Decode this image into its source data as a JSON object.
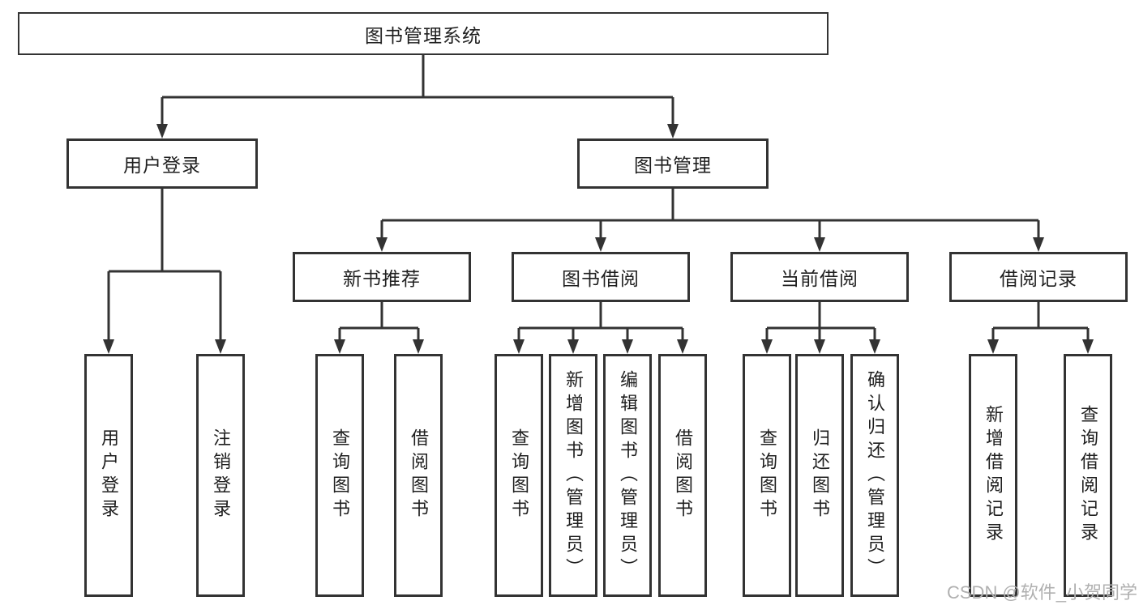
{
  "tree": {
    "label": "图书管理系统",
    "children": [
      {
        "label": "用户登录",
        "children": [
          {
            "label": "用户登录"
          },
          {
            "label": "注销登录"
          }
        ]
      },
      {
        "label": "图书管理",
        "children": [
          {
            "label": "新书推荐",
            "children": [
              {
                "label": "查询图书"
              },
              {
                "label": "借阅图书"
              }
            ]
          },
          {
            "label": "图书借阅",
            "children": [
              {
                "label": "查询图书"
              },
              {
                "label": "新增图书（管理员）"
              },
              {
                "label": "编辑图书（管理员）"
              },
              {
                "label": "借阅图书"
              }
            ]
          },
          {
            "label": "当前借阅",
            "children": [
              {
                "label": "查询图书"
              },
              {
                "label": "归还图书"
              },
              {
                "label": "确认归还（管理员）"
              }
            ]
          },
          {
            "label": "借阅记录",
            "children": [
              {
                "label": "新增借阅记录"
              },
              {
                "label": "查询借阅记录"
              }
            ]
          }
        ]
      }
    ]
  },
  "watermark": "CSDN @软件_小贺同学",
  "colors": {
    "line": "#333333",
    "box_border": "#333333",
    "text": "#1f1f1f",
    "watermark": "#b0b0b0",
    "background": "#ffffff"
  }
}
